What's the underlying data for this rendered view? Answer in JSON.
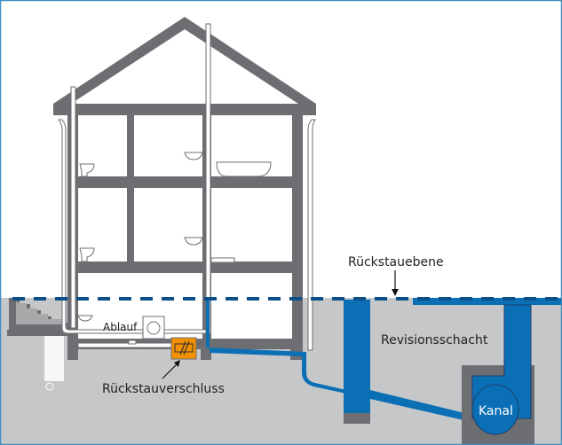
{
  "diagram": {
    "title": "Rückstausicherung im Hausanschluss",
    "labels": {
      "backflow_level": "Rückstauebene",
      "inspection_shaft": "Revisionsschacht",
      "sewer": "Kanal",
      "floor_drain": "Ablauf",
      "backflow_valve": "Rückstauverschluss"
    },
    "colors": {
      "wall": "#6d6e71",
      "ground": "#c6c7c9",
      "water": "#0a6fb4",
      "water_dash": "#0b4f8a",
      "valve": "#f39200",
      "pipe": "#ffffff",
      "border": "#3b8fc4"
    }
  }
}
